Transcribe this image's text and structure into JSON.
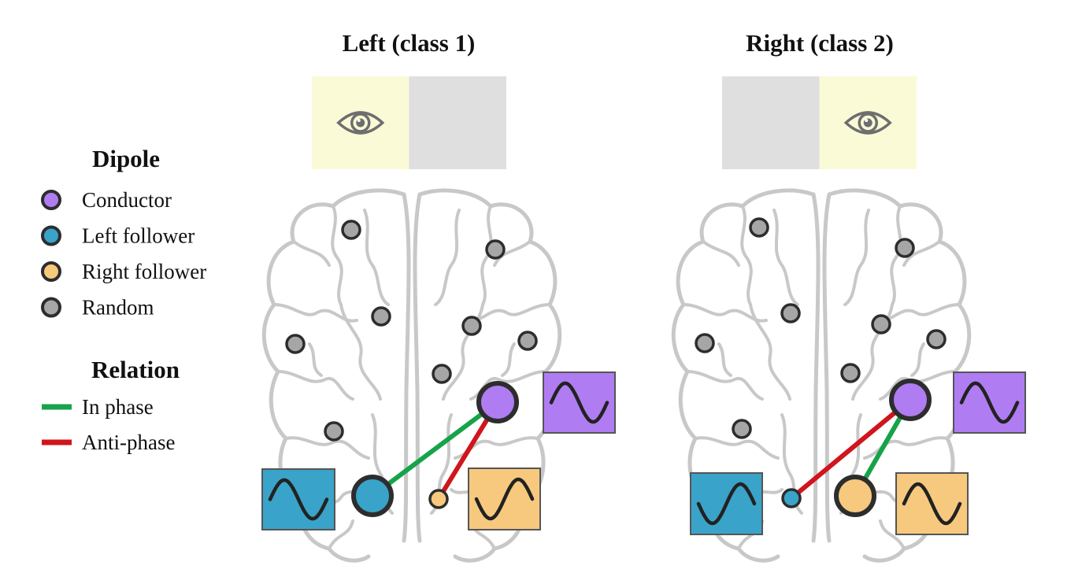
{
  "colors": {
    "conductor": "#b07cf2",
    "left_follower": "#3aa3c9",
    "right_follower": "#f7c97e",
    "random": "#a6a6a6",
    "in_phase": "#16a34a",
    "anti_phase": "#d0151c",
    "attended": "#fafad7",
    "unattended": "#dfdfdf",
    "node_stroke": "#2d2d2d",
    "eye": "#6e6e6e"
  },
  "legend": {
    "dipole_title": "Dipole",
    "dipole_items": [
      {
        "label": "Conductor",
        "color_key": "conductor"
      },
      {
        "label": "Left follower",
        "color_key": "left_follower"
      },
      {
        "label": "Right follower",
        "color_key": "right_follower"
      },
      {
        "label": "Random",
        "color_key": "random"
      }
    ],
    "relation_title": "Relation",
    "relation_items": [
      {
        "label": "In phase",
        "color_key": "in_phase"
      },
      {
        "label": "Anti-phase",
        "color_key": "anti_phase"
      }
    ]
  },
  "panels": [
    {
      "title": "Left (class 1)",
      "attended_side": "left",
      "eye_icon": "eye-icon",
      "left_follower": {
        "size": "large",
        "relation": "in_phase",
        "wave": "sine"
      },
      "right_follower": {
        "size": "small",
        "relation": "anti_phase",
        "wave": "neg-sine"
      },
      "conductor": {
        "size": "large",
        "wave": "sine"
      }
    },
    {
      "title": "Right (class 2)",
      "attended_side": "right",
      "eye_icon": "eye-icon",
      "left_follower": {
        "size": "small",
        "relation": "anti_phase",
        "wave": "neg-sine"
      },
      "right_follower": {
        "size": "large",
        "relation": "in_phase",
        "wave": "sine"
      },
      "conductor": {
        "size": "large",
        "wave": "sine"
      }
    }
  ]
}
